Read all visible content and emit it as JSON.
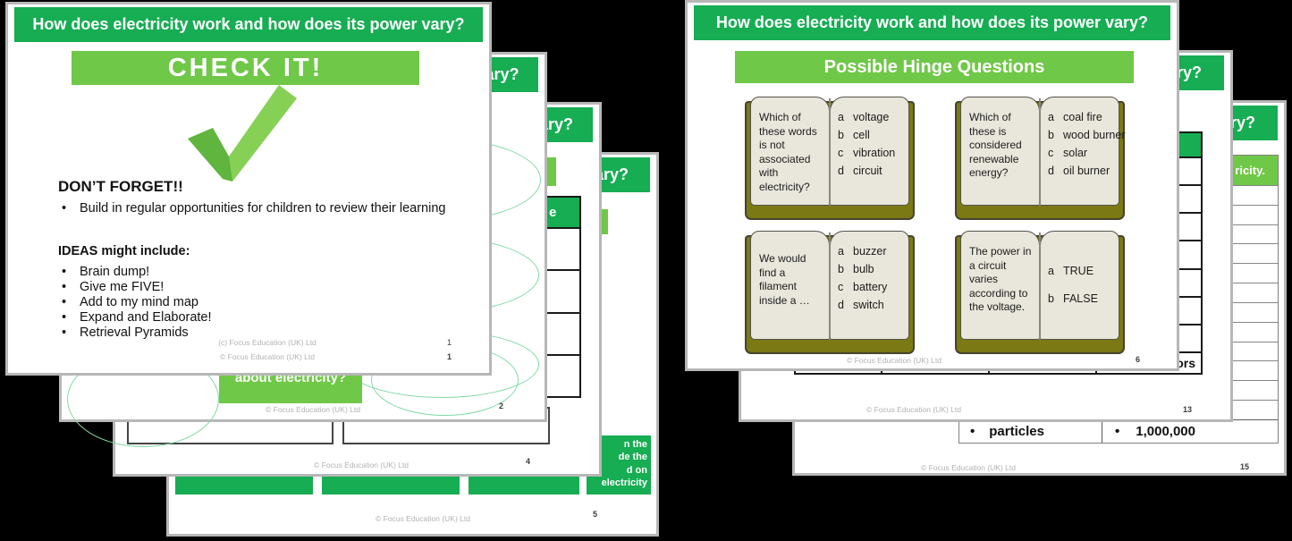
{
  "shared": {
    "slide_title": "How does electricity work and how does its power vary?",
    "copyright": "© Focus Education (UK) Ltd",
    "copyright_plain": "(c) Focus Education (UK) Ltd",
    "bullet": "•"
  },
  "left_stack": {
    "slide_check": {
      "page": "1",
      "page_alt": "1",
      "banner": "CHECK IT!",
      "heading": "DON’T FORGET!!",
      "note": "Build in regular opportunities for children to review their learning",
      "ideas_heading": "IDEAS might include:",
      "ideas": [
        "Brain dump!",
        "Give me FIVE!",
        "Add to my mind map",
        "Expand and Elaborate!",
        "Retrieval Pyramids"
      ]
    },
    "slide_mindmap": {
      "page": "2",
      "center_box_fragment": "about electricity?"
    },
    "slide_table": {
      "page": "4",
      "header_cell_fragment": "e",
      "empty_rows": 4
    },
    "slide_boxes": {
      "page": "5",
      "right_box_lines": [
        "n the",
        "de the",
        "d on",
        "electricity"
      ]
    }
  },
  "right_stack": {
    "slide_hinge": {
      "page": "6",
      "banner": "Possible Hinge Questions",
      "books": [
        {
          "question": "Which of these words is not associated with electricity?",
          "options": [
            {
              "letter": "a",
              "text": "voltage"
            },
            {
              "letter": "b",
              "text": "cell"
            },
            {
              "letter": "c",
              "text": "vibration"
            },
            {
              "letter": "d",
              "text": "circuit"
            }
          ]
        },
        {
          "question": "Which of these is considered renewable energy?",
          "options": [
            {
              "letter": "a",
              "text": "coal fire"
            },
            {
              "letter": "b",
              "text": "wood burner"
            },
            {
              "letter": "c",
              "text": "solar"
            },
            {
              "letter": "d",
              "text": "oil burner"
            }
          ]
        },
        {
          "question": "We would find a filament inside a …",
          "options": [
            {
              "letter": "a",
              "text": "buzzer"
            },
            {
              "letter": "b",
              "text": "bulb"
            },
            {
              "letter": "c",
              "text": "battery"
            },
            {
              "letter": "d",
              "text": "switch"
            }
          ]
        },
        {
          "question": "The power in a circuit varies according to the voltage.",
          "options": [
            {
              "letter": "a",
              "text": "TRUE"
            },
            {
              "letter": "b",
              "text": "FALSE"
            }
          ]
        }
      ]
    },
    "slide_quiz_table": {
      "page": "13",
      "last_cell_fragment": "ors",
      "empty_rows": 7
    },
    "slide_facts_table": {
      "page": "15",
      "header_fragment": "ricity.",
      "empty_rows": 12,
      "last_row": {
        "left": "particles",
        "right": "1,000,000"
      }
    }
  }
}
